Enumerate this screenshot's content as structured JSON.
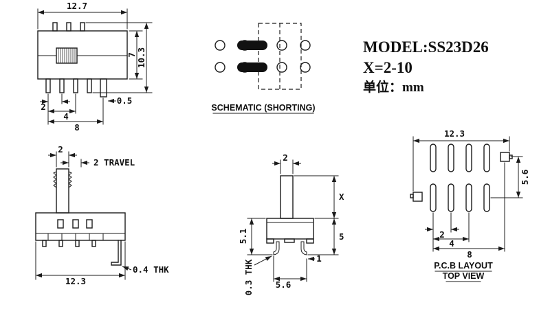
{
  "header": {
    "model": "MODEL:SS23D26",
    "x_range": "X=2-10",
    "unit": "单位：mm"
  },
  "front_view": {
    "dim_width": "12.7",
    "dim_body_height": "7",
    "dim_total_height": "10.3",
    "dim_pitch": "2",
    "dim_span_4": "4",
    "dim_span_8": "8",
    "dim_offset": "0.5"
  },
  "schematic_view": {
    "caption": "SCHEMATIC (SHORTING)"
  },
  "side_view": {
    "dim_knob_width": "2",
    "dim_travel": "2 TRAVEL",
    "dim_body_length": "12.3",
    "dim_thickness": "0.4 THK"
  },
  "end_view": {
    "dim_knob_width": "2",
    "dim_actuator_height": "X",
    "dim_body_drop": "5",
    "dim_body_height": "5.1",
    "dim_pin_thickness": "0.3 THK",
    "dim_pin_span": "5.6",
    "dim_pin_width": "1"
  },
  "pcb_view": {
    "dim_width": "12.3",
    "dim_row_spacing": "5.6",
    "dim_pitch": "2",
    "dim_span_4": "4",
    "dim_span_8": "8",
    "caption_line1": "P.C.B LAYOUT",
    "caption_line2": "TOP VIEW"
  }
}
